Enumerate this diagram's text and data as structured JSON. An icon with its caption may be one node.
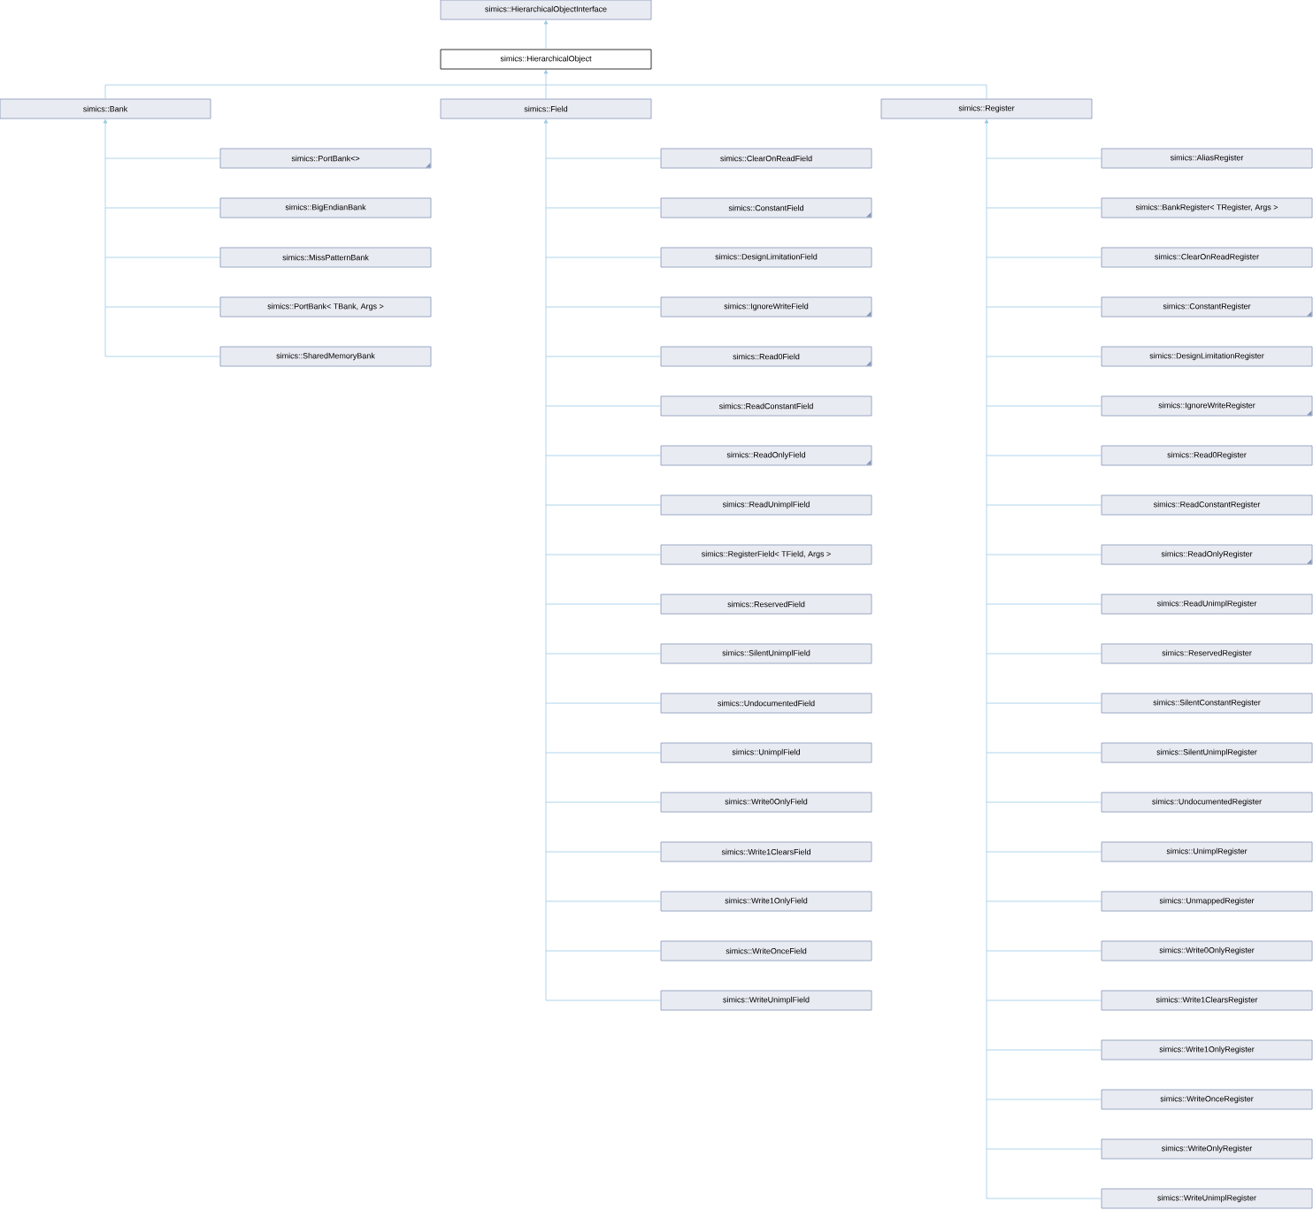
{
  "diagram": {
    "nodes": [
      {
        "text": [
          "simics::HierarchicalObjectInterface"
        ]
      },
      {
        "text": [
          "simics::HierarchicalObject"
        ]
      },
      {
        "text": [
          "simics::Bank"
        ]
      },
      {
        "text": [
          "simics::Field"
        ]
      },
      {
        "text": [
          "simics::Register"
        ]
      },
      {
        "text": [
          "simics::PortBank<>"
        ]
      },
      {
        "text": [
          "simics::BigEndianBank"
        ]
      },
      {
        "text": [
          "simics::MissPatternBank"
        ]
      },
      {
        "text": [
          "simics::PortBank< TBank, Args >"
        ]
      },
      {
        "text": [
          "simics::SharedMemoryBank"
        ]
      },
      {
        "text": [
          "simics::ClearOnReadField"
        ]
      },
      {
        "text": [
          "simics::ConstantField"
        ]
      },
      {
        "text": [
          "simics::DesignLimitationField"
        ]
      },
      {
        "text": [
          "simics::IgnoreWriteField"
        ]
      },
      {
        "text": [
          "simics::Read0Field"
        ]
      },
      {
        "text": [
          "simics::ReadConstantField"
        ]
      },
      {
        "text": [
          "simics::ReadOnlyField"
        ]
      },
      {
        "text": [
          "simics::ReadUnimplField"
        ]
      },
      {
        "text": [
          "simics::RegisterField< TField, Args >"
        ]
      },
      {
        "text": [
          "simics::ReservedField"
        ]
      },
      {
        "text": [
          "simics::SilentUnimplField"
        ]
      },
      {
        "text": [
          "simics::UndocumentedField"
        ]
      },
      {
        "text": [
          "simics::UnimplField"
        ]
      },
      {
        "text": [
          "simics::Write0OnlyField"
        ]
      },
      {
        "text": [
          "simics::Write1ClearsField"
        ]
      },
      {
        "text": [
          "simics::Write1OnlyField"
        ]
      },
      {
        "text": [
          "simics::WriteOnceField"
        ]
      },
      {
        "text": [
          "simics::WriteUnimplField"
        ]
      },
      {
        "text": [
          "simics::AliasRegister"
        ]
      },
      {
        "text": [
          "simics::BankRegister< TRegister, Args >"
        ]
      },
      {
        "text": [
          "simics::ClearOnReadRegister"
        ]
      },
      {
        "text": [
          "simics::ConstantRegister"
        ]
      },
      {
        "text": [
          "simics::DesignLimitationRegister"
        ]
      },
      {
        "text": [
          "simics::IgnoreWriteRegister"
        ]
      },
      {
        "text": [
          "simics::Read0Register"
        ]
      },
      {
        "text": [
          "simics::ReadConstantRegister"
        ]
      },
      {
        "text": [
          "simics::ReadOnlyRegister"
        ]
      },
      {
        "text": [
          "simics::ReadUnimplRegister"
        ]
      },
      {
        "text": [
          "simics::ReservedRegister"
        ]
      },
      {
        "text": [
          "simics::SilentConstantRegister"
        ]
      },
      {
        "text": [
          "simics::SilentUnimplRegister"
        ]
      },
      {
        "text": [
          "simics::UndocumentedRegister"
        ]
      },
      {
        "text": [
          "simics::UnimplRegister"
        ]
      },
      {
        "text": [
          "simics::UnmappedRegister"
        ]
      },
      {
        "text": [
          "simics::Write0OnlyRegister"
        ]
      },
      {
        "text": [
          "simics::Write1ClearsRegister"
        ]
      },
      {
        "text": [
          "simics::Write1OnlyRegister"
        ]
      },
      {
        "text": [
          "simics::WriteOnceRegister"
        ]
      },
      {
        "text": [
          "simics::WriteOnlyRegister"
        ]
      },
      {
        "text": [
          "simics::WriteUnimplRegister"
        ]
      }
    ],
    "edges": [
      {
        "from": 1,
        "to": 0,
        "arrow": "to"
      },
      {
        "from": 2,
        "to": 1,
        "arrow": "to"
      },
      {
        "from": 3,
        "to": 1,
        "arrow": "to"
      },
      {
        "from": 4,
        "to": 1,
        "arrow": "to"
      },
      {
        "from": 5,
        "to": 2,
        "arrow": "to"
      },
      {
        "from": 6,
        "to": 2,
        "arrow": "to"
      },
      {
        "from": 7,
        "to": 2,
        "arrow": "to"
      },
      {
        "from": 8,
        "to": 2,
        "arrow": "to"
      },
      {
        "from": 9,
        "to": 2,
        "arrow": "to"
      },
      {
        "from": 10,
        "to": 3,
        "arrow": "to"
      },
      {
        "from": 11,
        "to": 3,
        "arrow": "to"
      },
      {
        "from": 12,
        "to": 3,
        "arrow": "to"
      },
      {
        "from": 13,
        "to": 3,
        "arrow": "to"
      },
      {
        "from": 14,
        "to": 3,
        "arrow": "to"
      },
      {
        "from": 15,
        "to": 3,
        "arrow": "to"
      },
      {
        "from": 16,
        "to": 3,
        "arrow": "to"
      },
      {
        "from": 17,
        "to": 3,
        "arrow": "to"
      },
      {
        "from": 18,
        "to": 3,
        "arrow": "to"
      },
      {
        "from": 19,
        "to": 3,
        "arrow": "to"
      },
      {
        "from": 20,
        "to": 3,
        "arrow": "to"
      },
      {
        "from": 21,
        "to": 3,
        "arrow": "to"
      },
      {
        "from": 22,
        "to": 3,
        "arrow": "to"
      },
      {
        "from": 23,
        "to": 3,
        "arrow": "to"
      },
      {
        "from": 24,
        "to": 3,
        "arrow": "to"
      },
      {
        "from": 25,
        "to": 3,
        "arrow": "to"
      },
      {
        "from": 26,
        "to": 3,
        "arrow": "to"
      },
      {
        "from": 27,
        "to": 3,
        "arrow": "to"
      },
      {
        "from": 28,
        "to": 4,
        "arrow": "to"
      },
      {
        "from": 29,
        "to": 4,
        "arrow": "to"
      },
      {
        "from": 30,
        "to": 4,
        "arrow": "to"
      },
      {
        "from": 31,
        "to": 4,
        "arrow": "to"
      },
      {
        "from": 32,
        "to": 4,
        "arrow": "to"
      },
      {
        "from": 33,
        "to": 4,
        "arrow": "to"
      },
      {
        "from": 34,
        "to": 4,
        "arrow": "to"
      },
      {
        "from": 35,
        "to": 4,
        "arrow": "to"
      },
      {
        "from": 36,
        "to": 4,
        "arrow": "to"
      },
      {
        "from": 37,
        "to": 4,
        "arrow": "to"
      },
      {
        "from": 38,
        "to": 4,
        "arrow": "to"
      },
      {
        "from": 39,
        "to": 4,
        "arrow": "to"
      },
      {
        "from": 40,
        "to": 4,
        "arrow": "to"
      },
      {
        "from": 41,
        "to": 4,
        "arrow": "to"
      },
      {
        "from": 42,
        "to": 4,
        "arrow": "to"
      },
      {
        "from": 43,
        "to": 4,
        "arrow": "to"
      },
      {
        "from": 44,
        "to": 4,
        "arrow": "to"
      },
      {
        "from": 45,
        "to": 4,
        "arrow": "to"
      },
      {
        "from": 46,
        "to": 4,
        "arrow": "to"
      },
      {
        "from": 47,
        "to": 4,
        "arrow": "to"
      },
      {
        "from": 48,
        "to": 4,
        "arrow": "to"
      },
      {
        "from": 49,
        "to": 4,
        "arrow": "to"
      }
    ]
  }
}
